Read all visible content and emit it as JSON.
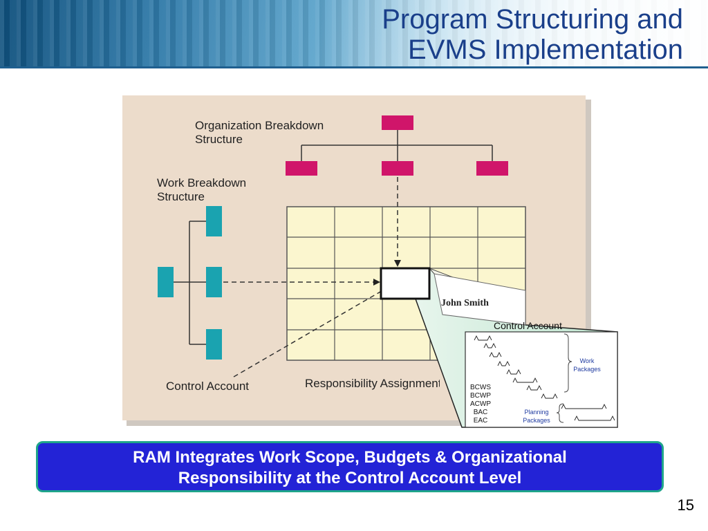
{
  "slide": {
    "title_line1": "Program Structuring and",
    "title_line2": "EVMS Implementation",
    "callout_line1": "RAM Integrates Work Scope, Budgets & Organizational",
    "callout_line2": "Responsibility at the Control Account Level",
    "page_number": "15"
  },
  "diagram": {
    "obs_label_line1": "Organization Breakdown",
    "obs_label_line2": "Structure",
    "wbs_label_line1": "Work Breakdown",
    "wbs_label_line2": "Structure",
    "control_account_label": "Control Account",
    "ram_label": "Responsibility Assignment Matrix",
    "person_name": "John Smith",
    "detail_title": "Control Account",
    "metrics": [
      "BCWS",
      "BCWP",
      "ACWP",
      "BAC",
      "EAC"
    ],
    "work_packages_line1": "Work",
    "work_packages_line2": "Packages",
    "planning_packages_line1": "Planning",
    "planning_packages_line2": "Packages"
  },
  "colors": {
    "obs_box": "#d0156a",
    "wbs_box": "#1aa3b0",
    "panel_bg": "#ecdccb",
    "grid_fill": "#fbf6cf",
    "callout_bg": "#2323d6",
    "callout_border": "#1fa58a",
    "title_text": "#1a3f8a",
    "detail_text": "#1e3aa0"
  }
}
